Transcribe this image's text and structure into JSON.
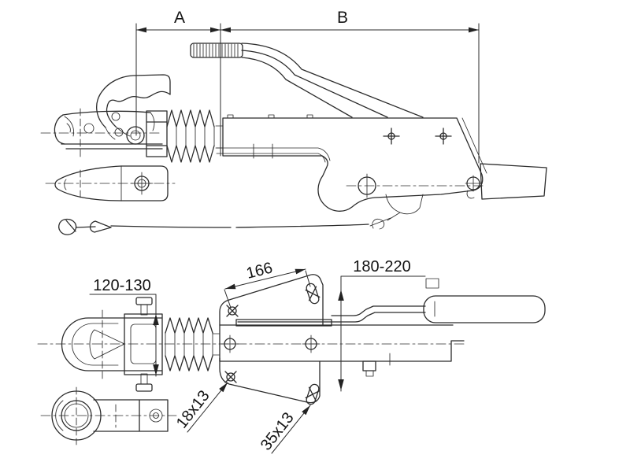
{
  "canvas": {
    "background": "#ffffff",
    "line_color": "#2b2b2b",
    "text_color": "#141414"
  },
  "dimensions": {
    "a": "A",
    "b": "B",
    "flange_hole_distance": "166",
    "lever_height_range": "180-220",
    "coupling_clamp_range": "120-130",
    "slot_small": "18x13",
    "slot_large": "35x13"
  }
}
